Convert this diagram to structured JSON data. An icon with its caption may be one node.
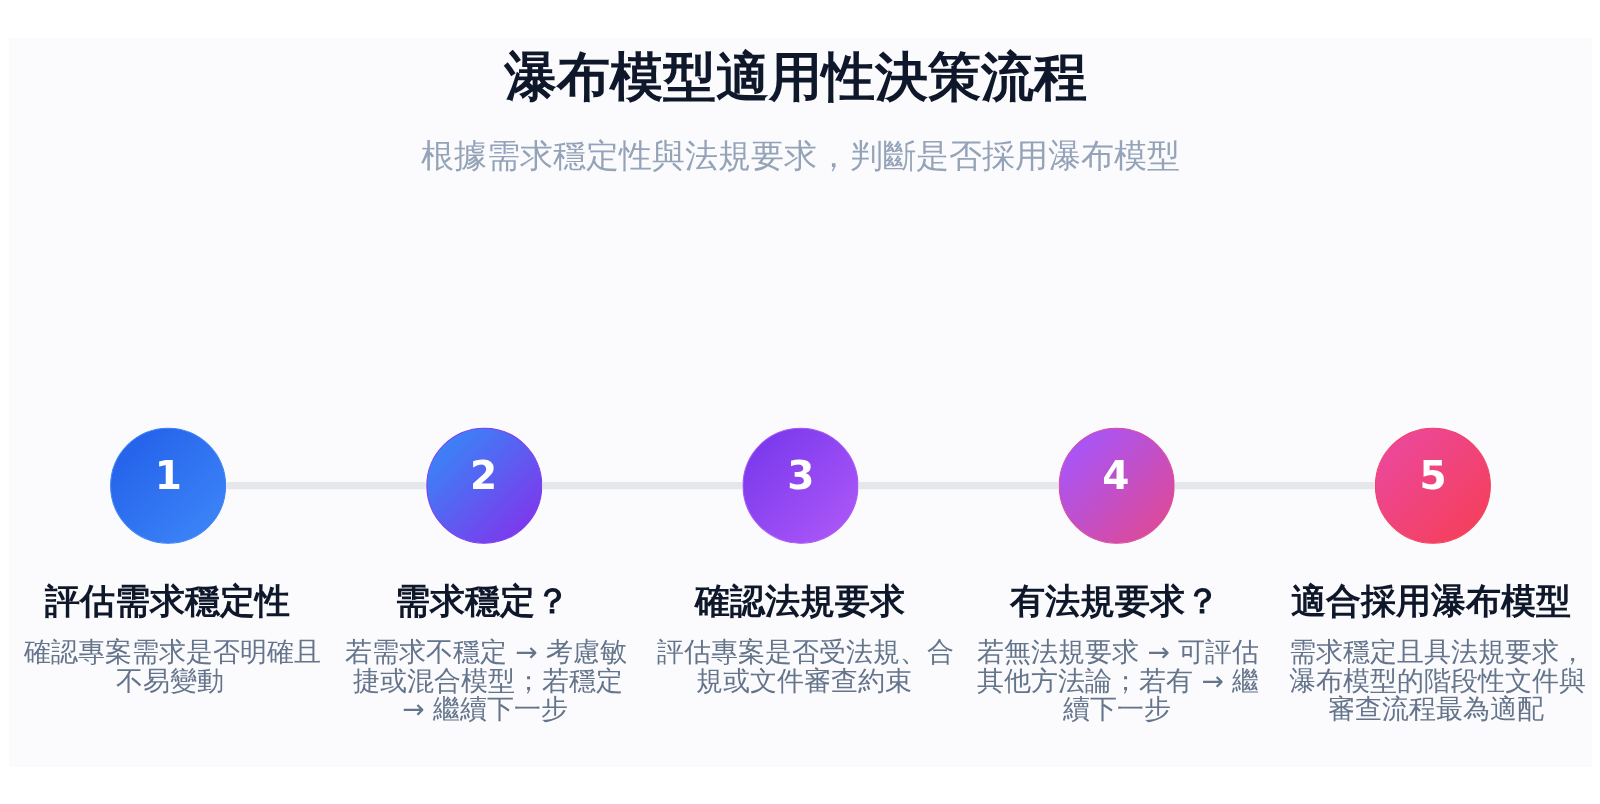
{
  "diagram": {
    "title": "瀑布模型適用性決策流程",
    "nodes": [
      {
        "text": [
          "1",
          "評估需求穩定性",
          "確認專案需求是否明確且不易變動"
        ]
      },
      {
        "text": [
          "2",
          "需求穩定？",
          "若需求不穩定 → 考慮敏捷或混合模型；若穩定 → 繼續下一步"
        ]
      },
      {
        "text": [
          "3",
          "確認法規要求",
          "評估專案是否受法規、合規或文件審查約束"
        ]
      },
      {
        "text": [
          "4",
          "有法規要求？",
          "若無法規要求 → 可評估其他方法論；若有 → 繼續下一步"
        ]
      },
      {
        "text": [
          "5",
          "適合採用瀑布模型",
          "需求穩定且具法規要求，瀑布模型的階段性文件與審查流程最為適配"
        ]
      }
    ],
    "edges": [
      {
        "from": 0,
        "to": 1,
        "arrow": "none"
      },
      {
        "from": 1,
        "to": 2,
        "arrow": "none"
      },
      {
        "from": 2,
        "to": 3,
        "arrow": "none"
      },
      {
        "from": 3,
        "to": 4,
        "arrow": "none"
      }
    ],
    "labels": [
      "根據需求穩定性與法規要求，判斷是否採用瀑布模型"
    ]
  }
}
